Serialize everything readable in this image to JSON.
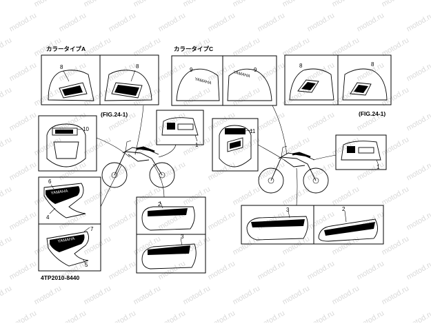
{
  "watermark": "motod.ru",
  "headings": {
    "color_type_a": "カラータイプA",
    "color_type_c": "カラータイプC"
  },
  "figure_refs": {
    "left": "(FIG.24-1)",
    "right": "(FIG.24-1)"
  },
  "decal_text": {
    "yamaha": "YAMAHA"
  },
  "callouts": {
    "type_a_left": "8",
    "type_a_right": "8",
    "type_c_left": "9",
    "type_c_right": "9",
    "type_x_left": "8",
    "type_x_right": "8",
    "headlight_left": "10",
    "headlight_right": "11",
    "tail_left": "1",
    "tail_right": "1",
    "shroud_upper_left": "6",
    "shroud_upper_right": "4",
    "shroud_lower_left": "7",
    "shroud_lower_right": "5",
    "side_cover_top": "2",
    "side_cover_bottom": "3",
    "right_panel_left": "3",
    "right_panel_right": "2"
  },
  "part_number": "4TP2010-8440"
}
